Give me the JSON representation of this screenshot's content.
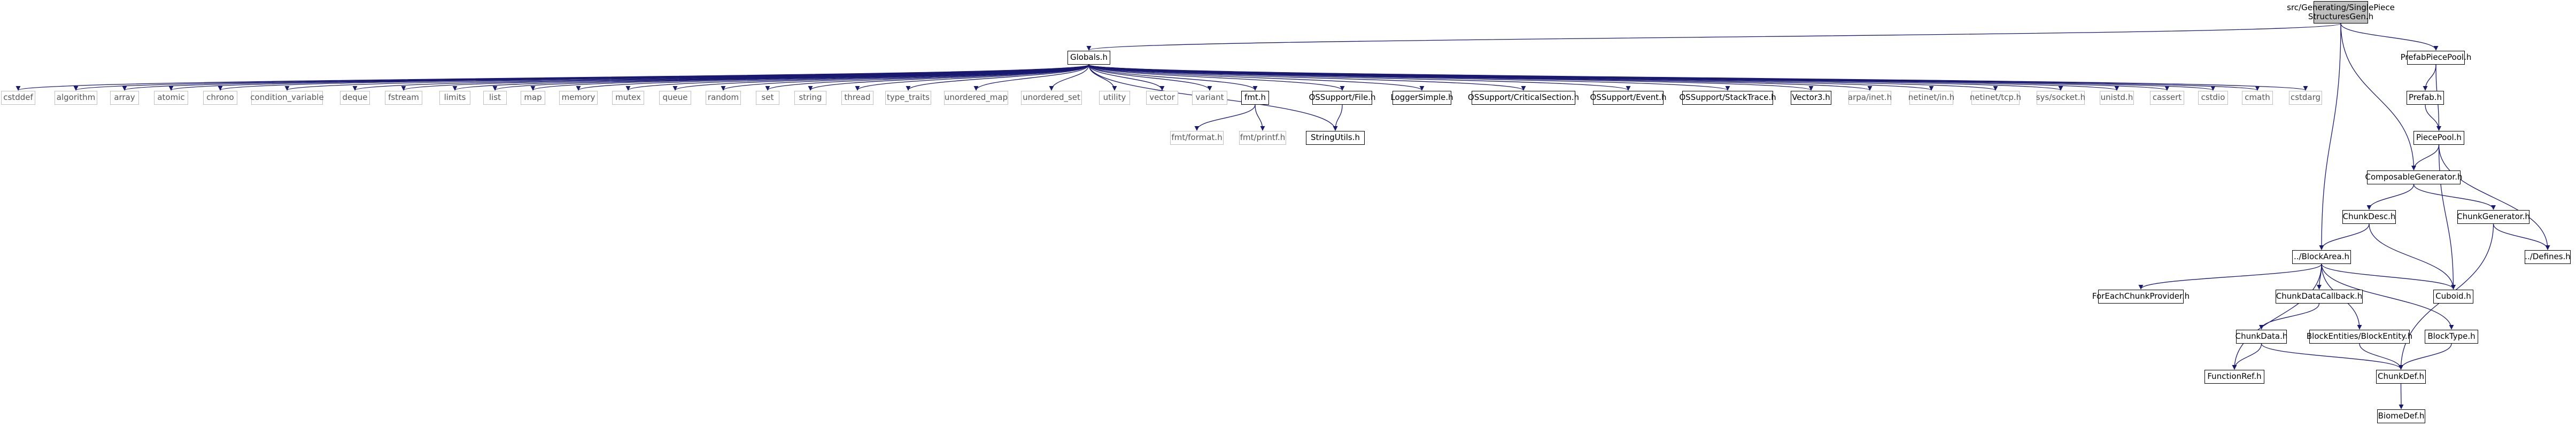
{
  "colors": {
    "edge": "#191970",
    "root_fill": "#bfbfbf",
    "node_border": "#000000",
    "external_border": "#bfbfbf"
  },
  "root": {
    "line1": "src/Generating/SinglePiece",
    "line2": "StructuresGen.h"
  },
  "nodes": {
    "globals": "Globals.h",
    "prefabpiecepool": "PrefabPiecePool.h",
    "prefab": "Prefab.h",
    "piecepool": "PiecePool.h",
    "composable": "ComposableGenerator.h",
    "chunkdesc": "ChunkDesc.h",
    "chunkgenerator": "ChunkGenerator.h",
    "defines": "../Defines.h",
    "blockarea": "../BlockArea.h",
    "cuboid": "Cuboid.h",
    "foreachchunk": "ForEachChunkProvider.h",
    "chunkdatacallback": "ChunkDataCallback.h",
    "blockentities": "BlockEntities/BlockEntity.h",
    "blocktype": "BlockType.h",
    "chunkdata": "ChunkData.h",
    "functionref": "FunctionRef.h",
    "chunkdef": "ChunkDef.h",
    "biomedef": "BiomeDef.h",
    "cstddef": "cstddef",
    "algorithm": "algorithm",
    "array": "array",
    "atomic": "atomic",
    "chrono": "chrono",
    "condition_variable": "condition_variable",
    "deque": "deque",
    "fstream": "fstream",
    "limits": "limits",
    "list": "list",
    "map": "map",
    "memory": "memory",
    "mutex": "mutex",
    "queue": "queue",
    "random": "random",
    "set": "set",
    "string": "string",
    "thread": "thread",
    "type_traits": "type_traits",
    "unordered_map": "unordered_map",
    "unordered_set": "unordered_set",
    "utility": "utility",
    "vector": "vector",
    "variant": "variant",
    "fmt": "fmt.h",
    "osfile": "OSSupport/File.h",
    "logger": "LoggerSimple.h",
    "critsec": "OSSupport/CriticalSection.h",
    "event": "OSSupport/Event.h",
    "stacktrace": "OSSupport/StackTrace.h",
    "vector3": "Vector3.h",
    "arpainet": "arpa/inet.h",
    "netinetin": "netinet/in.h",
    "netinettcp": "netinet/tcp.h",
    "syssocket": "sys/socket.h",
    "unistd": "unistd.h",
    "cassert": "cassert",
    "cstdio": "cstdio",
    "cmath": "cmath",
    "cstdarg": "cstdarg",
    "fmtformat": "fmt/format.h",
    "fmtprintf": "fmt/printf.h",
    "stringutils": "StringUtils.h"
  }
}
